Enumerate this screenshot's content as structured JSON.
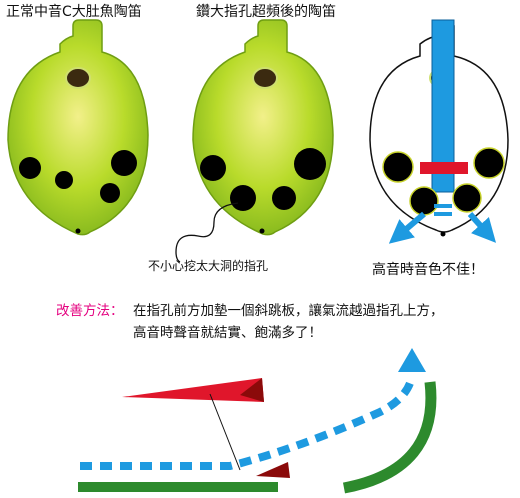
{
  "titles": {
    "normal": "正常中音C大肚魚陶笛",
    "enlarged": "鑽大指孔超頻後的陶笛"
  },
  "captions": {
    "careless_hole": "不小心挖太大洞的指孔",
    "bad_tone": "高音時音色不佳！"
  },
  "improvement": {
    "label": "改善方法：",
    "line1": "在指孔前方加墊一個斜跳板，讓氣流越過指孔上方，",
    "line2": "高音時聲音就結實、飽滿多了！"
  },
  "colors": {
    "ocarina_green": "#9acd1e",
    "outline": "#000000",
    "airflow_blue": "#1e9ae0",
    "ramp_red": "#e0162b",
    "ramp_dark": "#8b0a0a",
    "body_green": "#2d8a2d",
    "highlight": "#e4007f"
  }
}
